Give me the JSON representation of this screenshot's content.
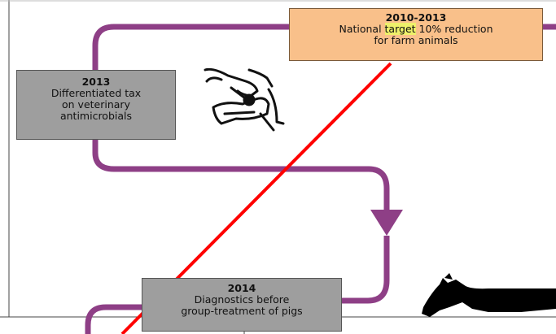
{
  "boxes": {
    "b2010": {
      "year": "2010-2013",
      "line1_pre": "National ",
      "line1_highlight": "target",
      "line1_post": " 10% reduction",
      "line2": "for farm animals"
    },
    "b2013": {
      "year": "2013",
      "lines": [
        "Differentiated tax",
        "on veterinary",
        "antimicrobials"
      ]
    },
    "b2014": {
      "year": "2014",
      "lines": [
        "Diagnostics before",
        "group-treatment of pigs"
      ]
    }
  },
  "colors": {
    "path": "#8e3f86",
    "slash": "#ff0000",
    "orange_box": "#f9c08a",
    "grey_box": "#9e9e9e",
    "highlight": "#eef06a"
  },
  "icons": [
    "hands-exchanging-money-icon",
    "cow-silhouette-icon"
  ]
}
